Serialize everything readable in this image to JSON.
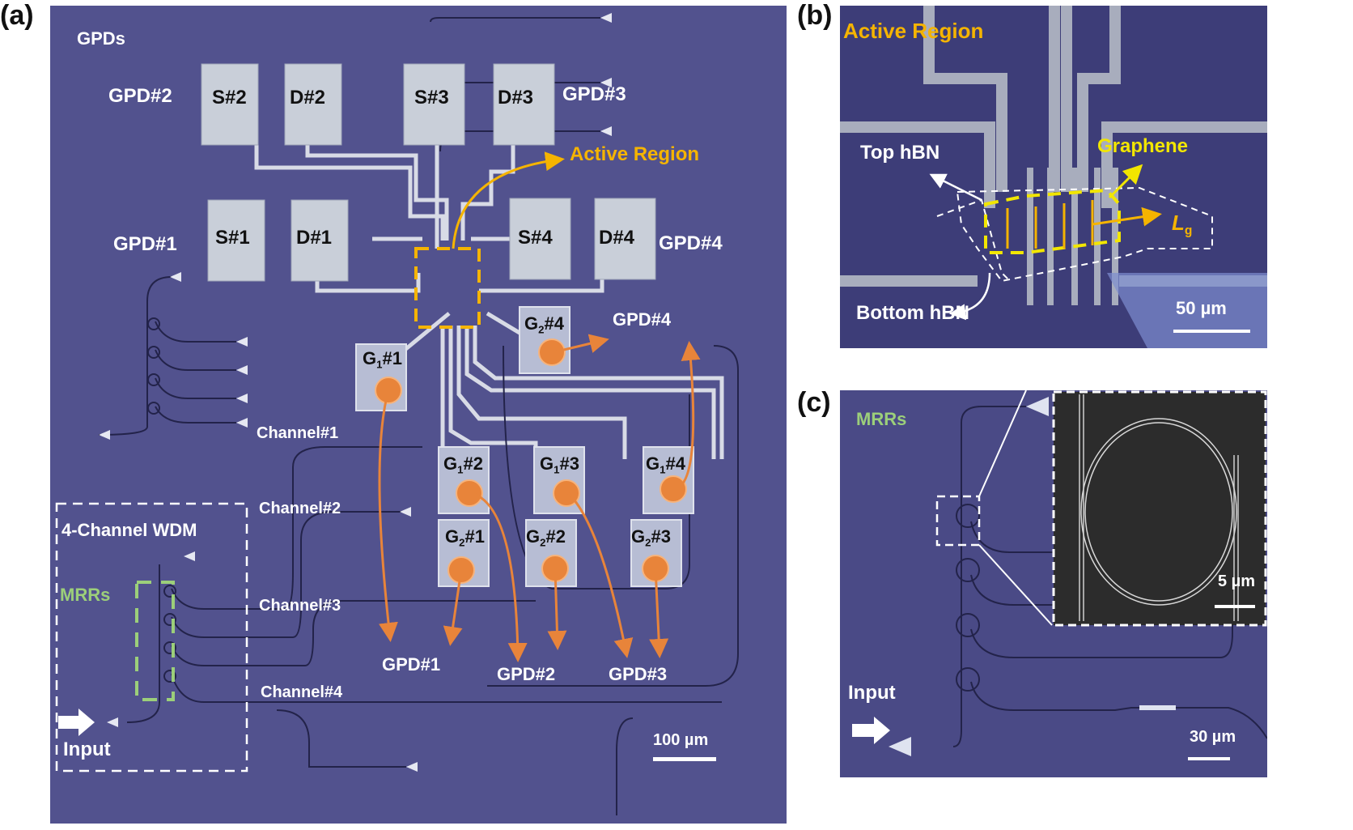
{
  "figure": {
    "panels": [
      {
        "id": "a",
        "letter": "(a)"
      },
      {
        "id": "b",
        "letter": "(b)"
      },
      {
        "id": "c",
        "letter": "(c)"
      }
    ],
    "colors": {
      "substrate": "#52528e",
      "pad": "#c9cfd9",
      "white_text": "#ffffff",
      "active_region": "#f5b400",
      "graphene": "#f2e600",
      "mrr": "#9ccf7a",
      "arrow_orange": "#e8843a",
      "sem_bg": "#2c2c2c"
    }
  },
  "panel_a": {
    "title": "GPDs",
    "gpd_labels": [
      "GPD#1",
      "GPD#2",
      "GPD#3",
      "GPD#4"
    ],
    "pads": {
      "source": [
        "S#1",
        "S#2",
        "S#3",
        "S#4"
      ],
      "drain": [
        "D#1",
        "D#2",
        "D#3",
        "D#4"
      ]
    },
    "gates": [
      {
        "main": "G",
        "sub": "1",
        "tail": "#1"
      },
      {
        "main": "G",
        "sub": "1",
        "tail": "#2"
      },
      {
        "main": "G",
        "sub": "1",
        "tail": "#3"
      },
      {
        "main": "G",
        "sub": "1",
        "tail": "#4"
      },
      {
        "main": "G",
        "sub": "2",
        "tail": "#1"
      },
      {
        "main": "G",
        "sub": "2",
        "tail": "#2"
      },
      {
        "main": "G",
        "sub": "2",
        "tail": "#3"
      },
      {
        "main": "G",
        "sub": "2",
        "tail": "#4"
      }
    ],
    "active_region_label": "Active Region",
    "channels": [
      "Channel#1",
      "Channel#2",
      "Channel#3",
      "Channel#4"
    ],
    "gate_targets": [
      "GPD#1",
      "GPD#2",
      "GPD#3",
      "GPD#4"
    ],
    "wdm_label": "4-Channel WDM",
    "mrr_label": "MRRs",
    "input_label": "Input",
    "scale_bar": "100 µm"
  },
  "panel_b": {
    "title": "Active Region",
    "top_hbn": "Top hBN",
    "bottom_hbn": "Bottom hBN",
    "graphene": "Graphene",
    "lg_main": "L",
    "lg_sub": "g",
    "scale_bar": "50 µm"
  },
  "panel_c": {
    "mrr_label": "MRRs",
    "input_label": "Input",
    "scale_bar": "30 µm",
    "inset_scale_bar": "5 µm"
  }
}
